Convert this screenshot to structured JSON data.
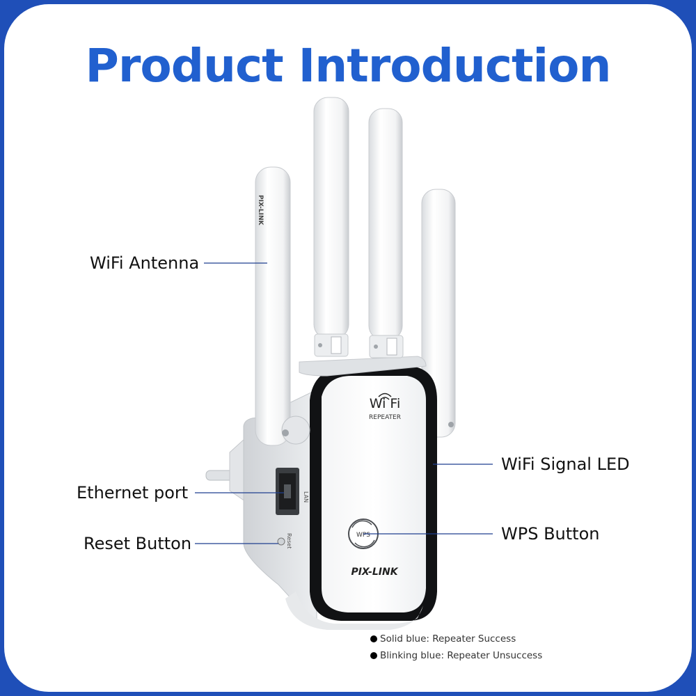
{
  "title": "Product Introduction",
  "device": {
    "brand": "PIX-LINK",
    "wifi_logo": "Wi Fi",
    "logo_subtext": "REPEATER",
    "antenna_brand": "PIX-LINK",
    "port_label": "LAN",
    "reset_label": "Reset",
    "wps_label": "WPS"
  },
  "callouts": {
    "wifi_antenna": "WiFi Antenna",
    "ethernet_port": "Ethernet port",
    "reset_button": "Reset Button",
    "wifi_signal_led": "WiFi Signal LED",
    "wps_button": "WPS Button"
  },
  "legend": [
    "Solid blue: Repeater Success",
    "Blinking blue: Repeater Unsuccess"
  ],
  "colors": {
    "frame": "#1f4fb8",
    "title": "#2160cf",
    "leader_line": "#1f3f8f"
  }
}
